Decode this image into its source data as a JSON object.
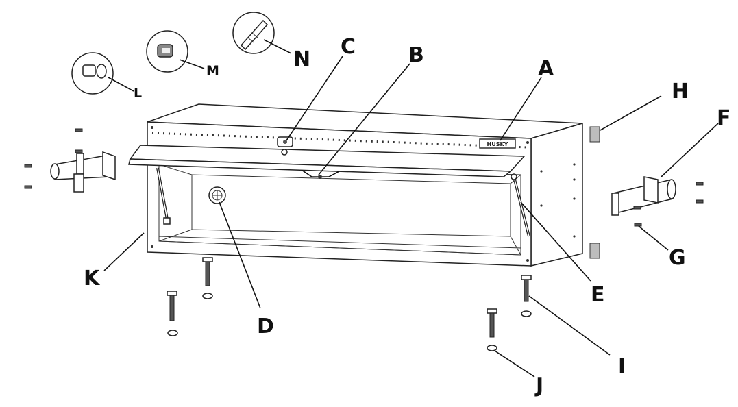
{
  "labels": {
    "A": "A",
    "B": "B",
    "C": "C",
    "D": "D",
    "E": "E",
    "F": "F",
    "G": "G",
    "H": "H",
    "I": "I",
    "J": "J",
    "K": "K",
    "L": "L",
    "M": "M",
    "N": "N"
  },
  "badge_text": "HUSKY"
}
